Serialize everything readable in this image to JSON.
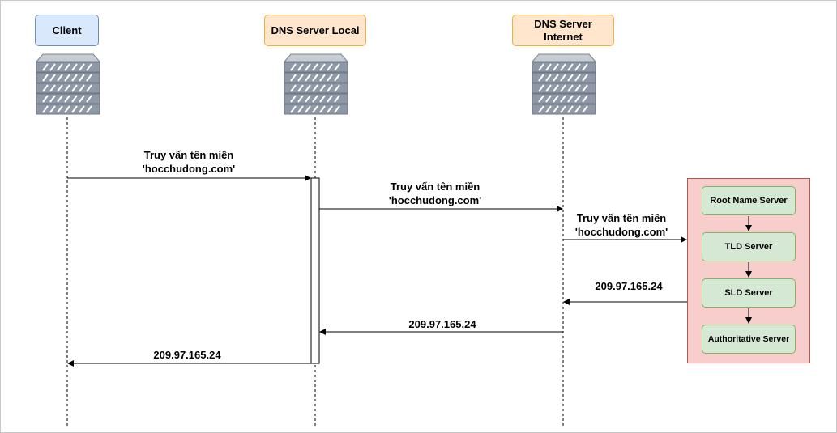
{
  "participants": {
    "client": "Client",
    "dns_local": "DNS Server Local",
    "dns_internet": "DNS Server\nInternet"
  },
  "messages": {
    "query_1": "Truy vấn tên miền\n'hocchudong.com'",
    "query_2": "Truy vấn tên miền\n'hocchudong.com'",
    "query_3": "Truy vấn tên miền\n'hocchudong.com'",
    "reply_1": "209.97.165.24",
    "reply_2": "209.97.165.24",
    "reply_3": "209.97.165.24"
  },
  "resolution_chain": [
    "Root Name Server",
    "TLD Server",
    "SLD Server",
    "Authoritative Server"
  ],
  "colors": {
    "client_fill": "#dae8fc",
    "dns_fill": "#ffe6cc",
    "group_fill": "#f8cecc",
    "stage_fill": "#d5e8d4"
  }
}
